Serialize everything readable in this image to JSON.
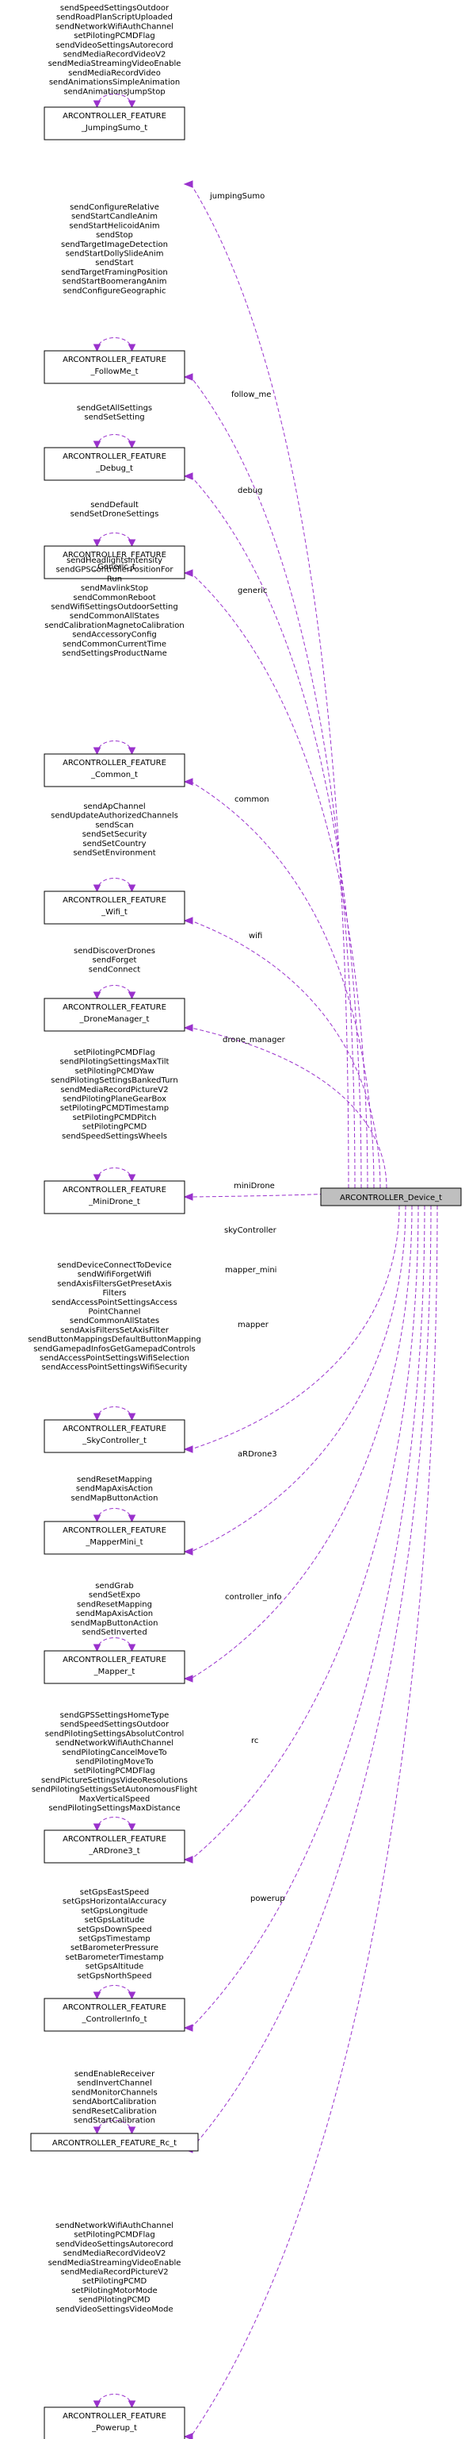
{
  "colors": {
    "edge": "#9a32cd",
    "highlight_fill": "#bfbfbf",
    "box_stroke": "#000000"
  },
  "center": {
    "label": "ARCONTROLLER_Device_t"
  },
  "classes": [
    {
      "id": "jumpingsumo",
      "line1": "ARCONTROLLER_FEATURE",
      "line2": "_JumpingSumo_t",
      "edge_label": "jumpingSumo",
      "methods": [
        "sendSpeedSettingsOutdoor",
        "sendRoadPlanScriptUploaded",
        "sendNetworkWifiAuthChannel",
        "setPilotingPCMDFlag",
        "sendVideoSettingsAutorecord",
        "sendMediaRecordVideoV2",
        "sendMediaStreamingVideoEnable",
        "sendMediaRecordVideo",
        "sendAnimationsSimpleAnimation",
        "sendAnimationsJumpStop"
      ]
    },
    {
      "id": "followme",
      "line1": "ARCONTROLLER_FEATURE",
      "line2": "_FollowMe_t",
      "edge_label": "follow_me",
      "methods": [
        "sendConfigureRelative",
        "sendStartCandleAnim",
        "sendStartHelicoidAnim",
        "sendStop",
        "sendTargetImageDetection",
        "sendStartDollySlideAnim",
        "sendStart",
        "sendTargetFramingPosition",
        "sendStartBoomerangAnim",
        "sendConfigureGeographic"
      ]
    },
    {
      "id": "debug",
      "line1": "ARCONTROLLER_FEATURE",
      "line2": "_Debug_t",
      "edge_label": "debug",
      "methods": [
        "sendGetAllSettings",
        "sendSetSetting"
      ]
    },
    {
      "id": "generic",
      "line1": "ARCONTROLLER_FEATURE",
      "line2": "_Generic_t",
      "edge_label": "generic",
      "methods": [
        "sendDefault",
        "sendSetDroneSettings"
      ]
    },
    {
      "id": "common",
      "line1": "ARCONTROLLER_FEATURE",
      "line2": "_Common_t",
      "edge_label": "common",
      "methods": [
        "sendHeadlightsIntensity",
        "sendGPSControllerPositionFor",
        "Run",
        "sendMavlinkStop",
        "sendCommonReboot",
        "sendWifiSettingsOutdoorSetting",
        "sendCommonAllStates",
        "sendCalibrationMagnetoCalibration",
        "sendAccessoryConfig",
        "sendCommonCurrentTime",
        "sendSettingsProductName"
      ]
    },
    {
      "id": "wifi",
      "line1": "ARCONTROLLER_FEATURE",
      "line2": "_Wifi_t",
      "edge_label": "wifi",
      "methods": [
        "sendApChannel",
        "sendUpdateAuthorizedChannels",
        "sendScan",
        "sendSetSecurity",
        "sendSetCountry",
        "sendSetEnvironment"
      ]
    },
    {
      "id": "dronemanager",
      "line1": "ARCONTROLLER_FEATURE",
      "line2": "_DroneManager_t",
      "edge_label": "drone_manager",
      "methods": [
        "sendDiscoverDrones",
        "sendForget",
        "sendConnect"
      ]
    },
    {
      "id": "minidrone",
      "line1": "ARCONTROLLER_FEATURE",
      "line2": "_MiniDrone_t",
      "edge_label": "miniDrone",
      "methods": [
        "setPilotingPCMDFlag",
        "sendPilotingSettingsMaxTilt",
        "setPilotingPCMDYaw",
        "sendPilotingSettingsBankedTurn",
        "sendMediaRecordPictureV2",
        "sendPilotingPlaneGearBox",
        "setPilotingPCMDTimestamp",
        "setPilotingPCMDPitch",
        "setPilotingPCMD",
        "sendSpeedSettingsWheels"
      ]
    },
    {
      "id": "skycontroller",
      "line1": "ARCONTROLLER_FEATURE",
      "line2": "_SkyController_t",
      "edge_label": "skyController",
      "methods": [
        "sendDeviceConnectToDevice",
        "sendWifiForgetWifi",
        "sendAxisFiltersGetPresetAxis",
        "Filters",
        "sendAccessPointSettingsAccess",
        "PointChannel",
        "sendCommonAllStates",
        "sendAxisFiltersSetAxisFilter",
        "sendButtonMappingsDefaultButtonMapping",
        "sendGamepadInfosGetGamepadControls",
        "sendAccessPointSettingsWifiSelection",
        "sendAccessPointSettingsWifiSecurity"
      ]
    },
    {
      "id": "mappermini",
      "line1": "ARCONTROLLER_FEATURE",
      "line2": "_MapperMini_t",
      "edge_label": "mapper_mini",
      "methods": [
        "sendResetMapping",
        "sendMapAxisAction",
        "sendMapButtonAction"
      ]
    },
    {
      "id": "mapper",
      "line1": "ARCONTROLLER_FEATURE",
      "line2": "_Mapper_t",
      "edge_label": "mapper",
      "methods": [
        "sendGrab",
        "sendSetExpo",
        "sendResetMapping",
        "sendMapAxisAction",
        "sendMapButtonAction",
        "sendSetInverted"
      ]
    },
    {
      "id": "ardrone3",
      "line1": "ARCONTROLLER_FEATURE",
      "line2": "_ARDrone3_t",
      "edge_label": "aRDrone3",
      "methods": [
        "sendGPSSettingsHomeType",
        "sendSpeedSettingsOutdoor",
        "sendPilotingSettingsAbsolutControl",
        "sendNetworkWifiAuthChannel",
        "sendPilotingCancelMoveTo",
        "sendPilotingMoveTo",
        "setPilotingPCMDFlag",
        "sendPictureSettingsVideoResolutions",
        "sendPilotingSettingsSetAutonomousFlight",
        "MaxVerticalSpeed",
        "sendPilotingSettingsMaxDistance"
      ]
    },
    {
      "id": "controllerinfo",
      "line1": "ARCONTROLLER_FEATURE",
      "line2": "_ControllerInfo_t",
      "edge_label": "controller_info",
      "methods": [
        "setGpsEastSpeed",
        "setGpsHorizontalAccuracy",
        "setGpsLongitude",
        "setGpsLatitude",
        "setGpsDownSpeed",
        "setGpsTimestamp",
        "setBarometerPressure",
        "setBarometerTimestamp",
        "setGpsAltitude",
        "setGpsNorthSpeed"
      ]
    },
    {
      "id": "rc",
      "line1": "ARCONTROLLER_FEATURE_Rc_t",
      "line2": "",
      "edge_label": "rc",
      "methods": [
        "sendEnableReceiver",
        "sendInvertChannel",
        "sendMonitorChannels",
        "sendAbortCalibration",
        "sendResetCalibration",
        "sendStartCalibration"
      ]
    },
    {
      "id": "powerup",
      "line1": "ARCONTROLLER_FEATURE",
      "line2": "_Powerup_t",
      "edge_label": "powerup",
      "methods": [
        "sendNetworkWifiAuthChannel",
        "setPilotingPCMDFlag",
        "sendVideoSettingsAutorecord",
        "sendMediaRecordVideoV2",
        "sendMediaStreamingVideoEnable",
        "sendMediaRecordPictureV2",
        "setPilotingPCMD",
        "setPilotingMotorMode",
        "sendPilotingPCMD",
        "sendVideoSettingsVideoMode"
      ]
    }
  ]
}
